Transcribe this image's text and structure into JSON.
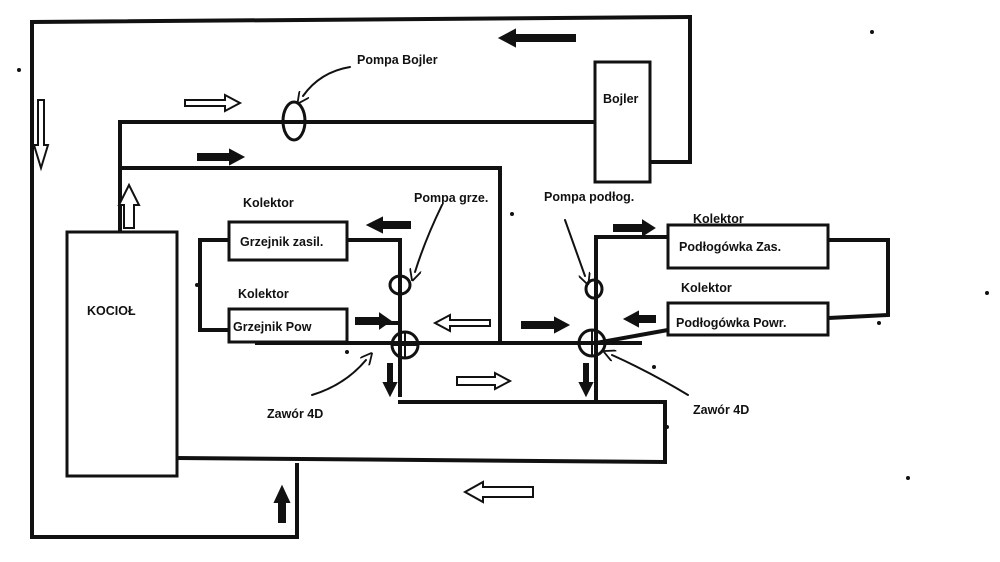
{
  "labels": {
    "pompa_bojler": "Pompa Bojler",
    "bojler": "Bojler",
    "kolektor_1": "Kolektor",
    "kolektor_2": "Kolektor",
    "kolektor_3": "Kolektor",
    "kolektor_4": "Kolektor",
    "pompa_grze": "Pompa grze.",
    "pompa_podlog": "Pompa podłog.",
    "grzejnik_zasil": "Grzejnik zasil.",
    "grzejnik_pow": "Grzejnik Pow",
    "podlogowka_zas": "Podłogówka Zas.",
    "podlogowka_powr": "Podłogówka Powr.",
    "kociol": "KOCIOŁ",
    "zawor_left": "Zawór 4D",
    "zawor_right": "Zawór 4D"
  }
}
